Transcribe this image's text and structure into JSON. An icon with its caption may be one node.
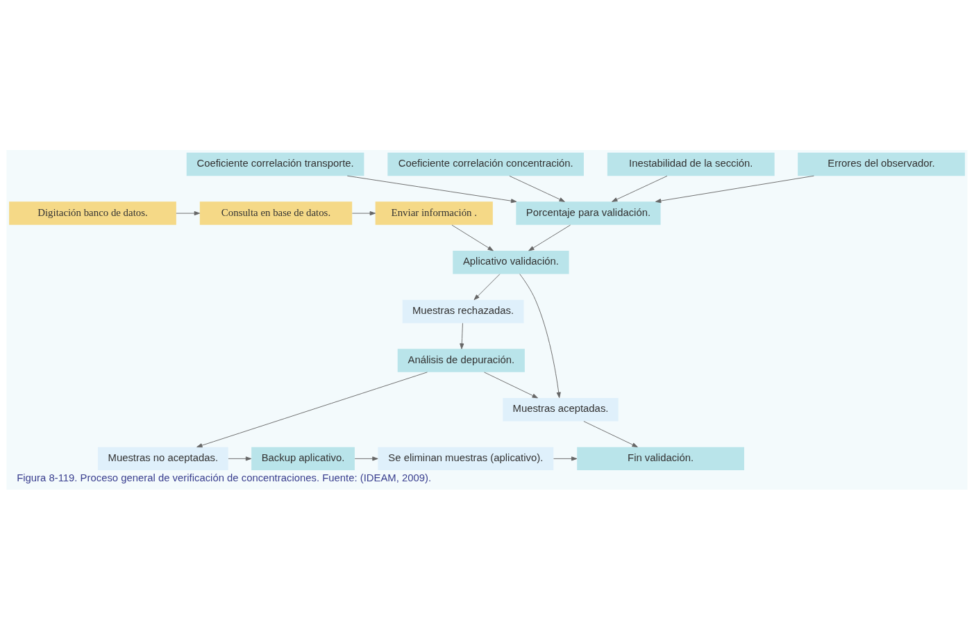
{
  "diagram": {
    "caption": "Figura 8-119. Proceso general de verificación de concentraciones. Fuente: (IDEAM, 2009).",
    "nodes": [
      {
        "text": [
          "Digitación banco de datos."
        ]
      },
      {
        "text": [
          "Consulta en base de datos."
        ]
      },
      {
        "text": [
          "Enviar información ."
        ]
      },
      {
        "text": [
          "Coeficiente correlación transporte."
        ]
      },
      {
        "text": [
          "Coeficiente correlación concentración."
        ]
      },
      {
        "text": [
          "Inestabilidad de la sección."
        ]
      },
      {
        "text": [
          "Errores del observador."
        ]
      },
      {
        "text": [
          "Porcentaje para validación."
        ]
      },
      {
        "text": [
          "Aplicativo validación."
        ]
      },
      {
        "text": [
          "Muestras rechazadas."
        ]
      },
      {
        "text": [
          "Muestras aceptadas."
        ]
      },
      {
        "text": [
          "Análisis de depuración."
        ]
      },
      {
        "text": [
          "Fin validación."
        ]
      },
      {
        "text": [
          "Se eliminan muestras (aplicativo)."
        ]
      },
      {
        "text": [
          "Backup aplicativo."
        ]
      },
      {
        "text": [
          "Muestras no aceptadas."
        ]
      }
    ],
    "edges": [
      {
        "from": 0,
        "to": 1,
        "arrow": "to"
      },
      {
        "from": 1,
        "to": 2,
        "arrow": "to"
      },
      {
        "from": 2,
        "to": 8,
        "arrow": "to"
      },
      {
        "from": 3,
        "to": 7,
        "arrow": "to"
      },
      {
        "from": 4,
        "to": 7,
        "arrow": "to"
      },
      {
        "from": 5,
        "to": 7,
        "arrow": "to"
      },
      {
        "from": 6,
        "to": 7,
        "arrow": "to"
      },
      {
        "from": 7,
        "to": 8,
        "arrow": "to"
      },
      {
        "from": 8,
        "to": 10,
        "arrow": "to"
      },
      {
        "from": 8,
        "to": 9,
        "arrow": "to"
      },
      {
        "from": 9,
        "to": 11,
        "arrow": "to"
      },
      {
        "from": 11,
        "to": 10,
        "arrow": "to"
      },
      {
        "from": 10,
        "to": 12,
        "arrow": "to"
      },
      {
        "from": 11,
        "to": 15,
        "arrow": "to"
      },
      {
        "from": 15,
        "to": 14,
        "arrow": "to"
      },
      {
        "from": 14,
        "to": 13,
        "arrow": "to"
      },
      {
        "from": 13,
        "to": 12,
        "arrow": "to"
      }
    ]
  }
}
